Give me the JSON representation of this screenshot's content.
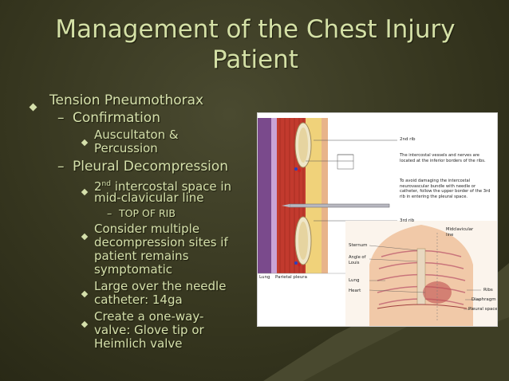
{
  "slide": {
    "title_line1": "Management of the Chest Injury",
    "title_line2": "Patient",
    "bullets": {
      "tension": "Tension Pneumothorax",
      "confirmation": "Confirmation",
      "auscultation_line1": "Auscultaton &",
      "auscultation_line2": "Percussion",
      "pleural_decompression": "Pleural Decompression",
      "intercostal_num": "2",
      "intercostal_sup": "nd",
      "intercostal_rest": " intercostal space in",
      "intercostal_line2": "mid-clavicular line",
      "top_of_rib": "TOP OF RIB",
      "consider_line1": "Consider multiple",
      "consider_line2": "decompression sites if",
      "consider_line3": "patient remains",
      "consider_line4": "symptomatic",
      "large_line1": "Large over the needle",
      "large_line2": "catheter:  14ga",
      "valve_line1": "Create a one-way-",
      "valve_line2": "valve:  Glove tip or",
      "valve_line3": "Heimlich valve"
    },
    "dash": "–"
  },
  "figure": {
    "labels": {
      "rib2": "2nd rib",
      "vessels_note": "The intercostal vessels and nerves are located at the inferior borders of the ribs.",
      "avoid_note": "To avoid damaging the intercostal neurovascular bundle with needle or catheter, follow the upper border of the 3rd rib in entering the pleural space.",
      "rib3": "3rd rib",
      "lung_left": "Lung",
      "parietal": "Parietal pleura",
      "midclav": "Midclavicular line",
      "sternum": "Sternum",
      "angle": "Angle of Louis",
      "lung": "Lung",
      "heart": "Heart",
      "ribs": "Ribs",
      "diaphragm": "Diaphragm",
      "pleural_space": "Pleural space"
    }
  },
  "colors": {
    "background": "#36361f",
    "text": "#d5e0ab",
    "title": "#d4e0a6"
  }
}
